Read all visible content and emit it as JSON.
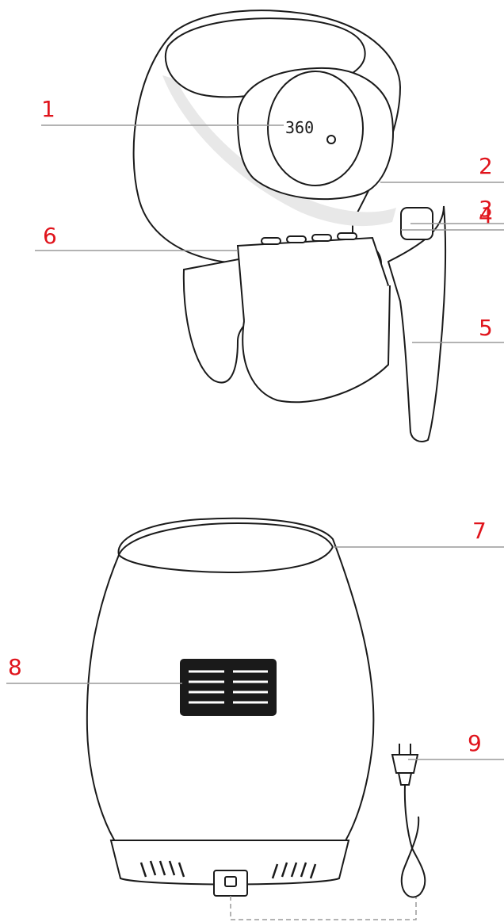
{
  "colors": {
    "callout": "#e0141c",
    "leader": "#9a9a9a",
    "outline": "#1a1a1a",
    "body": "#ffffff",
    "accent_band": "#e8e8e8",
    "vent": "#1a1a1a"
  },
  "display": {
    "temperature": "360"
  },
  "callouts": [
    {
      "number": "1"
    },
    {
      "number": "2"
    },
    {
      "number": "3"
    },
    {
      "number": "4"
    },
    {
      "number": "5"
    },
    {
      "number": "6"
    },
    {
      "number": "7"
    },
    {
      "number": "8"
    },
    {
      "number": "9"
    }
  ]
}
